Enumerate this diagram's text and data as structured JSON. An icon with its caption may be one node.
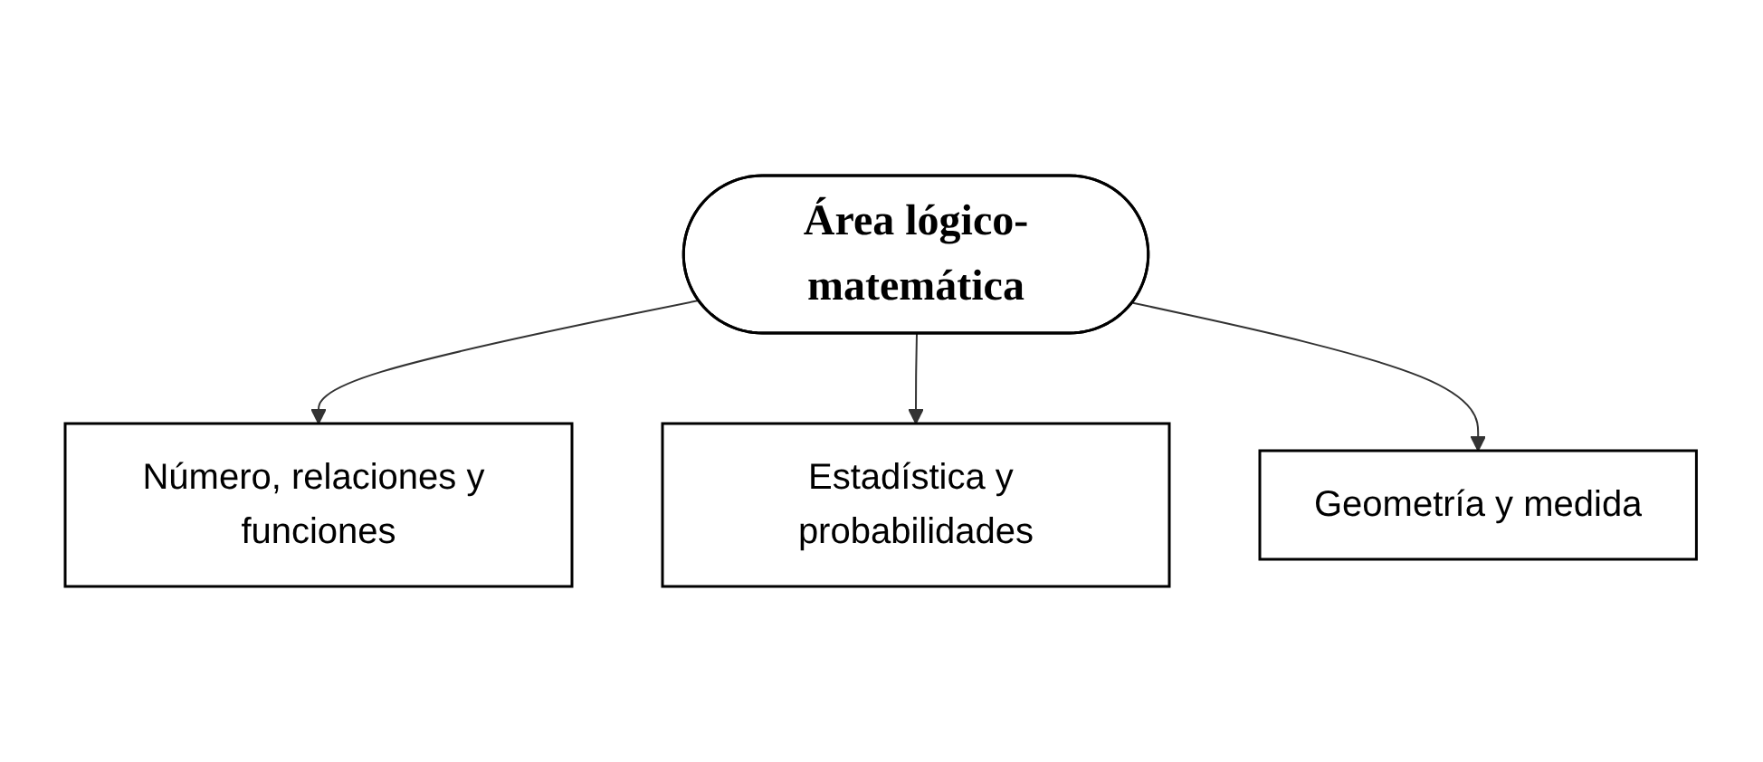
{
  "diagram": {
    "nodes": [
      {
        "text": [
          "Número, relaciones y funciones"
        ]
      },
      {
        "text": [
          "Área lógico-matemática"
        ]
      },
      {
        "text": [
          "Estadística y probabilidades"
        ]
      },
      {
        "text": [
          "Geometría y medida"
        ]
      }
    ],
    "edges": [
      {
        "from": 1,
        "to": 0,
        "arrow": "to"
      },
      {
        "from": 1,
        "to": 2,
        "arrow": "to"
      },
      {
        "from": 1,
        "to": 3,
        "arrow": "to"
      }
    ]
  }
}
